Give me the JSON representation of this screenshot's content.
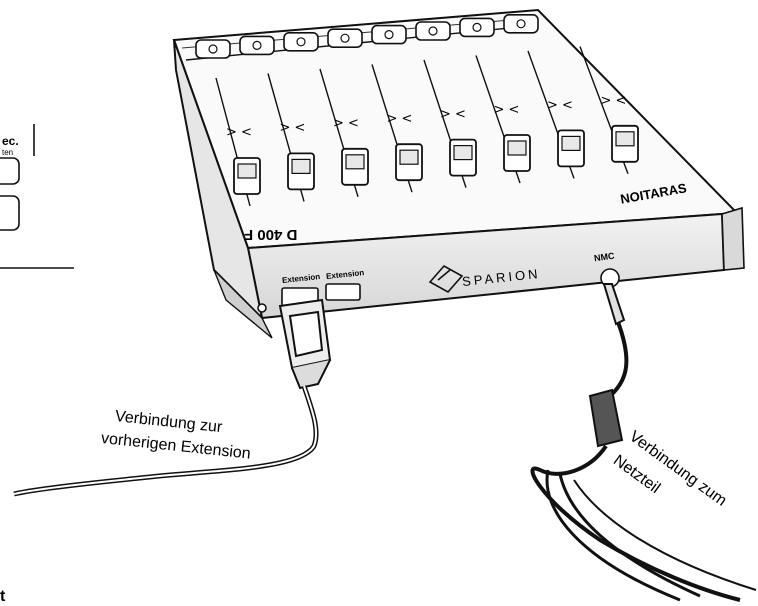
{
  "labels": {
    "device_model": "D 400 F",
    "device_brand_front": "SPARION",
    "device_brand_top": "NOITARAS",
    "port_extension_left": "Extension",
    "port_extension_right": "Extension",
    "port_power": "NMC",
    "left_fragment_top": "ec.",
    "left_fragment_sub": "ten",
    "bottom_fragment": "t",
    "callout_left_line1": "Verbindung zur",
    "callout_left_line2": "vorherigen Extension",
    "callout_right_line1": "Verbindung zum",
    "callout_right_line2": "Netzteil"
  },
  "colors": {
    "ink": "#111111",
    "paper": "#ffffff",
    "shade": "#cfcfcf"
  },
  "device": {
    "fader_count": 8,
    "knob_count": 8
  }
}
